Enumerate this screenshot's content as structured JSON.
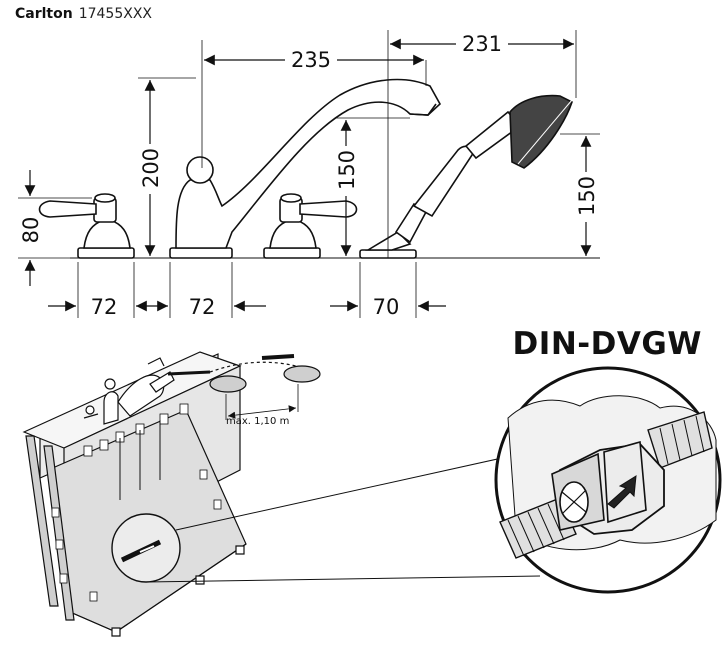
{
  "header": {
    "brand": "Carlton",
    "code": "17455XXX"
  },
  "certification": "DIN-DVGW",
  "dimensions": {
    "spout_reach": "235",
    "shower_reach": "231",
    "spout_height": "200",
    "spout_outlet_height": "150",
    "shower_holder_height": "150",
    "handle_height": "80",
    "spacing_left": "72",
    "spacing_right": "72",
    "shower_base": "70"
  },
  "hose_note": "max. 1,10 m",
  "colors": {
    "line": "#111111",
    "shade": "#d4d4d4",
    "panel": "#ececec"
  }
}
